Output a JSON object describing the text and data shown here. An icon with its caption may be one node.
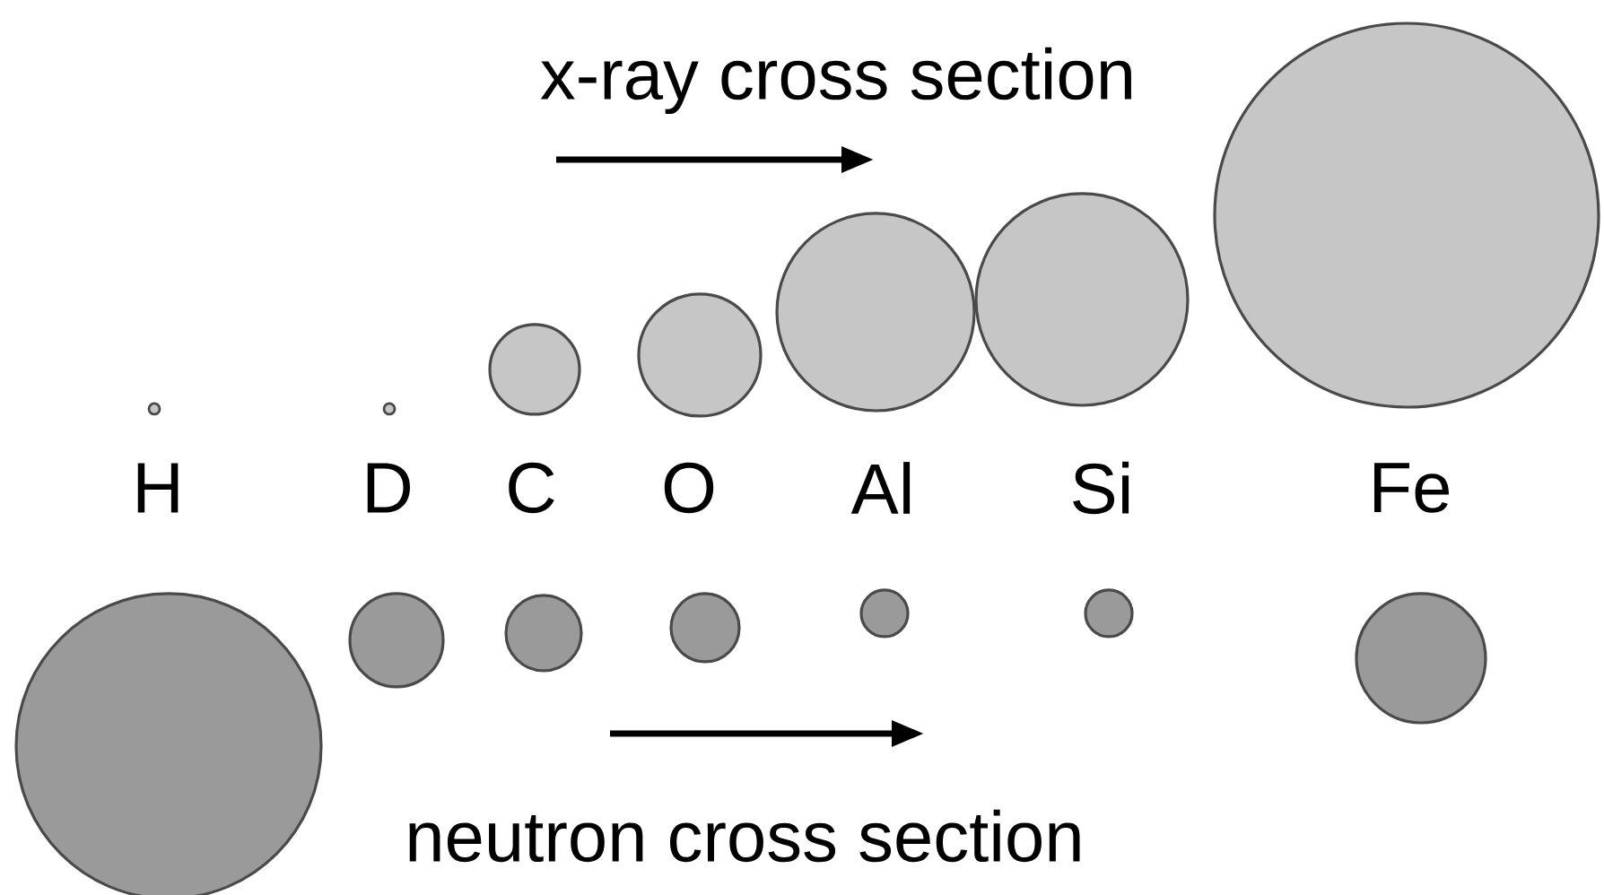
{
  "diagram": {
    "nodes": [
      {
        "text": [],
        "shape": "circle"
      },
      {
        "text": [],
        "shape": "circle"
      },
      {
        "text": [],
        "shape": "circle"
      },
      {
        "text": [],
        "shape": "circle"
      },
      {
        "text": [],
        "shape": "circle"
      },
      {
        "text": [],
        "shape": "circle"
      },
      {
        "text": [],
        "shape": "circle"
      },
      {
        "text": [],
        "shape": "circle"
      },
      {
        "text": [],
        "shape": "circle"
      },
      {
        "text": [],
        "shape": "circle"
      },
      {
        "text": [],
        "shape": "circle"
      },
      {
        "text": [],
        "shape": "circle"
      },
      {
        "text": [],
        "shape": "circle"
      },
      {
        "text": [],
        "shape": "circle"
      }
    ],
    "labels": [
      "x-ray cross section",
      "H",
      "D",
      "C",
      "O",
      "Al",
      "Si",
      "Fe",
      "neutron cross section"
    ]
  }
}
